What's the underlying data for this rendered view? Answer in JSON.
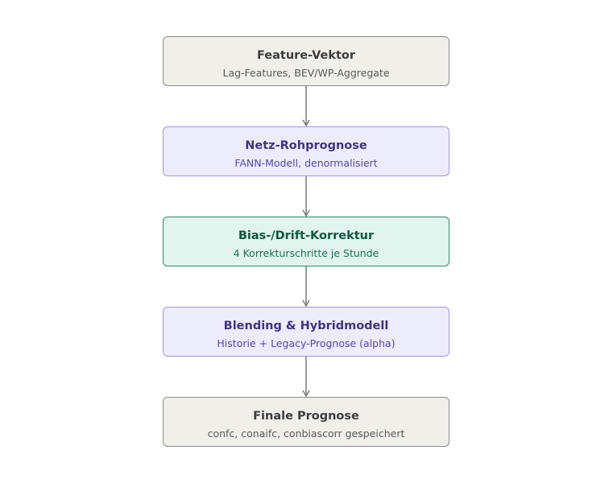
{
  "colors": {
    "neutral_fill": "#f1efe9",
    "neutral_border": "#8f8c87",
    "purple_fill": "#edecfc",
    "purple_border": "#9f97e6",
    "green_fill": "#e2f4ee",
    "green_border": "#2d8a66",
    "arrow": "#7a7a7a"
  },
  "nodes": [
    {
      "title": "Feature-Vektor",
      "subtitle": "Lag-Features, BEV/WP-Aggregate"
    },
    {
      "title": "Netz-Rohprognose",
      "subtitle": "FANN-Modell, denormalisiert"
    },
    {
      "title": "Bias-/Drift-Korrektur",
      "subtitle": "4 Korrekturschritte je Stunde"
    },
    {
      "title": "Blending & Hybridmodell",
      "subtitle": "Historie + Legacy-Prognose (alpha)"
    },
    {
      "title": "Finale Prognose",
      "subtitle": "confc, conaifc, conbiascorr gespeichert"
    }
  ]
}
